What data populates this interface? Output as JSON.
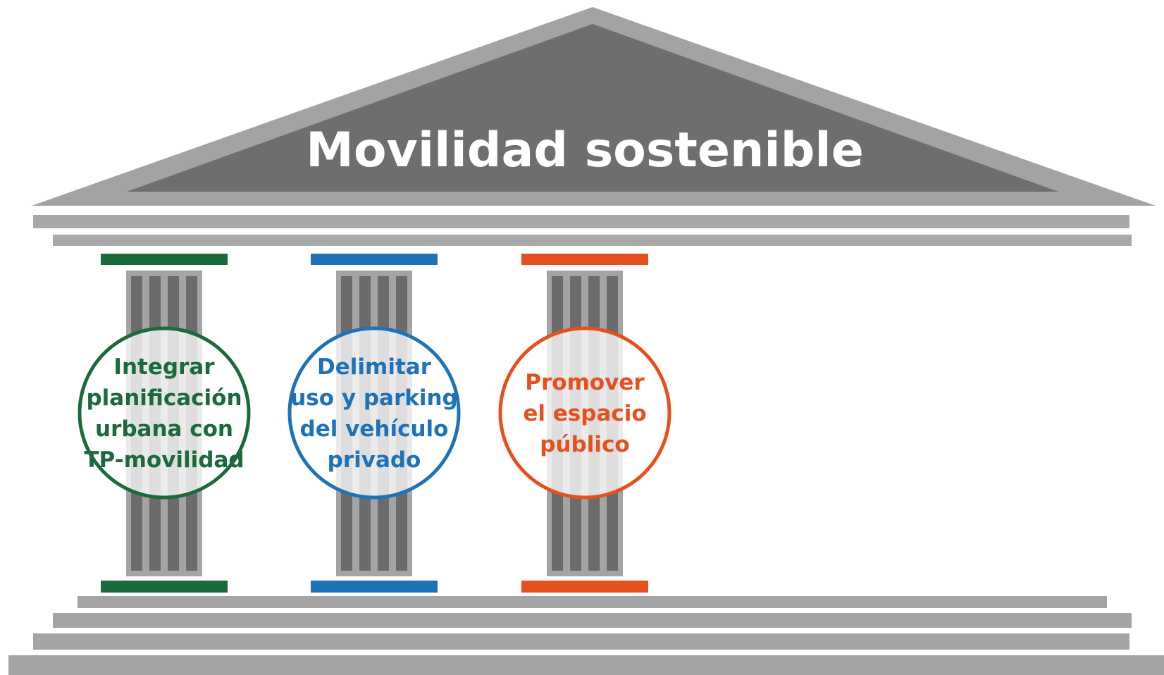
{
  "title": "Movilidad sostenible",
  "colors": {
    "roof_outer": "#a3a3a3",
    "roof_inner": "#6f6e6e",
    "beam": "#a8a8a8",
    "column_body": "#a4a4a4",
    "column_flute": "#6b6b6b",
    "step": "#a4a4a4"
  },
  "pillars": [
    {
      "id": "planificacion",
      "lines": [
        "Integrar",
        "planificación",
        "urbana con",
        "TP-movilidad"
      ],
      "color": "#1a6a3c"
    },
    {
      "id": "parking",
      "lines": [
        "Delimitar",
        "uso y parking",
        "del vehículo",
        "privado"
      ],
      "color": "#1e72b8"
    },
    {
      "id": "espacio",
      "lines": [
        "Promover",
        "el espacio",
        "público"
      ],
      "color": "#e5501f"
    }
  ]
}
